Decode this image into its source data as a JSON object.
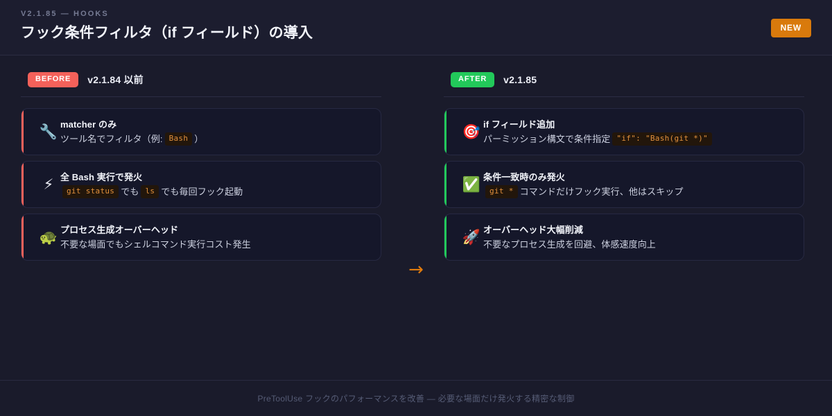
{
  "header": {
    "eyebrow": "V2.1.85 — HOOKS",
    "title": "フック条件フィルタ（if フィールド）の導入",
    "badge": "NEW",
    "badge_color": "#d97a0c"
  },
  "columns": {
    "before": {
      "tag": "BEFORE",
      "tag_color": "#f4615a",
      "version": "v2.1.84 以前",
      "cards": [
        {
          "icon": "🔧",
          "icon_name": "wrench-icon",
          "title": "matcher のみ",
          "desc_before": "ツール名でフィルタ（例:",
          "code": "Bash",
          "desc_after": "）"
        },
        {
          "icon": "⚡",
          "icon_name": "lightning-icon",
          "title": "全 Bash 実行で発火",
          "desc_before": "",
          "code": "git status",
          "desc_mid": "でも",
          "code2": "ls",
          "desc_after": "でも毎回フック起動"
        },
        {
          "icon": "🐢",
          "icon_name": "turtle-icon",
          "title": "プロセス生成オーバーヘッド",
          "desc_before": "不要な場面でもシェルコマンド実行コスト発生",
          "code": "",
          "desc_after": ""
        }
      ]
    },
    "after": {
      "tag": "AFTER",
      "tag_color": "#22c95a",
      "version": "v2.1.85",
      "cards": [
        {
          "icon": "🎯",
          "icon_name": "target-icon",
          "title": "if フィールド追加",
          "desc_before": "パーミッション構文で条件指定",
          "code": "\"if\": \"Bash(git *)\"",
          "desc_after": ""
        },
        {
          "icon": "✅",
          "icon_name": "check-mark-icon",
          "title": "条件一致時のみ発火",
          "desc_before": "",
          "code": "git *",
          "desc_after": "コマンドだけフック実行、他はスキップ"
        },
        {
          "icon": "🚀",
          "icon_name": "rocket-icon",
          "title": "オーバーヘッド大幅削減",
          "desc_before": "不要なプロセス生成を回避、体感速度向上",
          "code": "",
          "desc_after": ""
        }
      ]
    }
  },
  "arrow": "→",
  "footer": {
    "text": "PreToolUse フックのパフォーマンスを改善 — 必要な場面だけ発火する精密な制御"
  }
}
